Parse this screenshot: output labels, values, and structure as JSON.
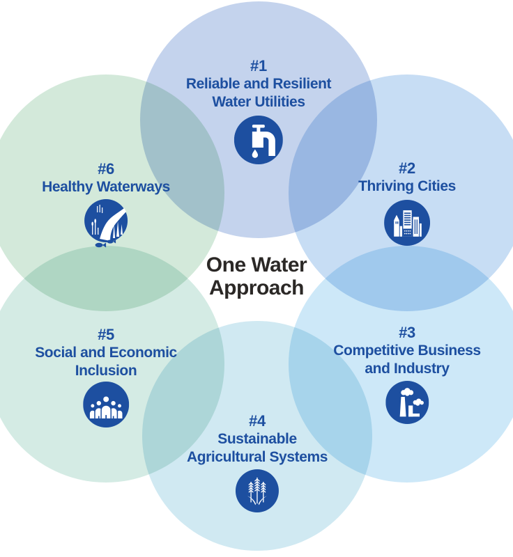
{
  "title": "One Water Approach diagram",
  "center": {
    "line1": "One Water",
    "line2": "Approach"
  },
  "palette": {
    "background": "#ffffff",
    "text_blue": "#1d4fa0",
    "icon_badge_blue": "#1d4fa0",
    "center_text": "#2b2826"
  },
  "circles": [
    {
      "number": "#1",
      "title_lines": [
        "Reliable and Resilient",
        "Water Utilities"
      ],
      "icon": "faucet-icon",
      "fill": "#c4d3ed"
    },
    {
      "number": "#2",
      "title_lines": [
        "Thriving Cities"
      ],
      "icon": "city-skyline-icon",
      "fill": "#c7ddf4"
    },
    {
      "number": "#3",
      "title_lines": [
        "Competitive Business",
        "and Industry"
      ],
      "icon": "factory-icon",
      "fill": "#cde8f8"
    },
    {
      "number": "#4",
      "title_lines": [
        "Sustainable",
        "Agricultural Systems"
      ],
      "icon": "wheat-icon",
      "fill": "#d0e9f2"
    },
    {
      "number": "#5",
      "title_lines": [
        "Social and Economic",
        "Inclusion"
      ],
      "icon": "people-group-icon",
      "fill": "#d4ebe4"
    },
    {
      "number": "#6",
      "title_lines": [
        "Healthy Waterways"
      ],
      "icon": "river-fish-icon",
      "fill": "#d3e9da"
    }
  ]
}
